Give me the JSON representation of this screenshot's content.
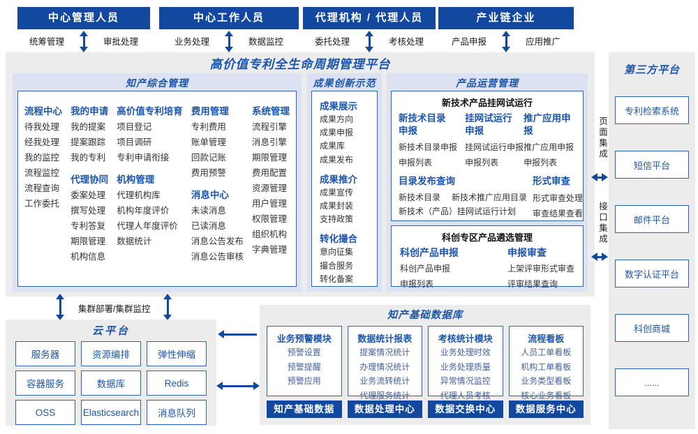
{
  "colors": {
    "navy": "#12499e",
    "blue": "#1c55ac",
    "lavender": "#dde2f2",
    "panel": "#ececec",
    "border_blue": "#2f63b0"
  },
  "actors": [
    {
      "title": "中心管理人员",
      "left": "统筹管理",
      "right": "审批处理"
    },
    {
      "title": "中心工作人员",
      "left": "业务处理",
      "right": "数据监控"
    },
    {
      "title": "代理机构 / 代理人员",
      "left": "委托处理",
      "right": "考核处理"
    },
    {
      "title": "产业链企业",
      "left": "产品申报",
      "right": "应用推广"
    }
  ],
  "platform": {
    "title": "高价值专利全生命周期管理平台",
    "ip": {
      "title": "知产综合管理",
      "columns": [
        {
          "groups": [
            {
              "header": "流程中心",
              "items": [
                "待我处理",
                "经我处理",
                "我的监控",
                "流程监控",
                "流程查询",
                "工作委托"
              ]
            }
          ]
        },
        {
          "groups": [
            {
              "header": "我的申请",
              "items": [
                "我的提案",
                "提案跟踪",
                "我的专利"
              ]
            },
            {
              "header": "代理协同",
              "items": [
                "委案处理",
                "撰写处理",
                "专利答复",
                "期限管理",
                "机构信息"
              ]
            }
          ]
        },
        {
          "groups": [
            {
              "header": "高价值专利培育",
              "items": [
                "项目登记",
                "项目调研",
                "专利申请衔接"
              ]
            },
            {
              "header": "机构管理",
              "items": [
                "代理机构库",
                "机构年度评价",
                "代理人年度评价",
                "数据统计"
              ]
            }
          ]
        },
        {
          "groups": [
            {
              "header": "费用管理",
              "items": [
                "专利费用",
                "账单管理",
                "回款记账",
                "费用预警"
              ]
            },
            {
              "header": "消息中心",
              "items": [
                "未读消息",
                "已读消息",
                "消息公告发布",
                "消息公告审核"
              ]
            }
          ]
        },
        {
          "groups": [
            {
              "header": "系统管理",
              "items": [
                "流程引擎",
                "消息引擎",
                "期限管理",
                "费用配置",
                "资源管理",
                "用户管理",
                "权限管理",
                "组织机构",
                "字典管理"
              ]
            }
          ]
        }
      ]
    },
    "innovation": {
      "title": "成果创新示范",
      "groups": [
        {
          "header": "成果展示",
          "items": [
            "成果方向",
            "成果申报",
            "成果库",
            "成果发布"
          ]
        },
        {
          "header": "成果推介",
          "items": [
            "成果宣传",
            "成果封装",
            "支持政策"
          ]
        },
        {
          "header": "转化撮合",
          "items": [
            "意向征集",
            "撮合服务",
            "转化备案"
          ]
        }
      ]
    },
    "product_ops": {
      "title": "产品运营管理",
      "net_trial": {
        "title": "新技术产品挂网试运行",
        "columns": [
          {
            "header": "新技术目录\n申报",
            "items": [
              "新技术目录申报",
              "申报列表"
            ]
          },
          {
            "header": "挂网试运行\n申报",
            "items": [
              "挂网试运行申报",
              "申报列表"
            ]
          },
          {
            "header": "推广应用申报",
            "items": [
              "推广应用申报",
              "申报列表"
            ]
          }
        ],
        "catalog_query": {
          "header": "目录发布查询",
          "items": [
            "新技术目录",
            "新技术推广应用目录",
            "新技术（产品）挂网试运行计划"
          ]
        },
        "formal_review": {
          "header": "形式审查",
          "items": [
            "形式审查处理",
            "审查结果查看"
          ]
        }
      },
      "sci_select": {
        "title": "科创专区产品遴选管理",
        "groups": [
          {
            "header": "科创产品申报",
            "items": [
              "科创产品申报",
              "申报列表"
            ]
          },
          {
            "header": "申报审查",
            "items": [
              "上架评审形式审查",
              "评审结果查询"
            ]
          }
        ]
      }
    }
  },
  "third_party": {
    "title": "第三方平台",
    "items": [
      "专利检索系统",
      "短信平台",
      "邮件平台",
      "数字认证平台",
      "科创商城",
      "......"
    ]
  },
  "integration": {
    "page_label": "页面集成",
    "api_label": "接口集成"
  },
  "cluster_label": "集群部署/集群监控",
  "cloud": {
    "title": "云平台",
    "items": [
      "服务器",
      "资源编排",
      "弹性伸缩",
      "容器服务",
      "数据库",
      "Redis",
      "OSS",
      "Elasticsearch",
      "消息队列"
    ]
  },
  "database": {
    "title": "知产基础数据库",
    "modules": [
      {
        "header": "业务预警模块",
        "items": [
          "预警设置",
          "预警提醒",
          "预警应用"
        ],
        "footer": "知产基础数据"
      },
      {
        "header": "数据统计报表",
        "items": [
          "提案情况统计",
          "办理情况统计",
          "业务流转统计",
          "代理服务统计"
        ],
        "footer": "数据处理中心"
      },
      {
        "header": "考核统计模块",
        "items": [
          "业务处理时效",
          "业务处理质量",
          "异常情况监控",
          "代理人员考核"
        ],
        "footer": "数据交换中心"
      },
      {
        "header": "流程看板",
        "items": [
          "人员工单看板",
          "机构工单看板",
          "业务类型看板",
          "核心业务看板"
        ],
        "footer": "数据服务中心"
      }
    ]
  }
}
